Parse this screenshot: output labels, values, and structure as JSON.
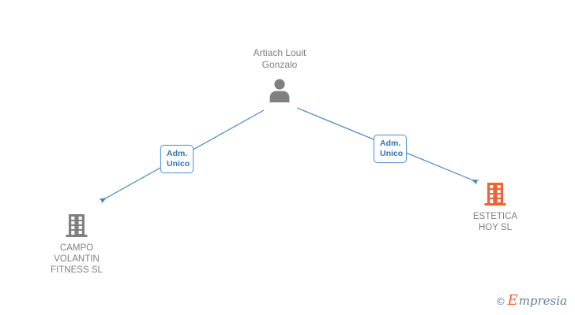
{
  "diagram": {
    "type": "organization-relationship-graph",
    "background_color": "#ffffff",
    "person": {
      "name": "Artiach Louit\nGonzalo",
      "icon": "person-icon",
      "color": "#808080"
    },
    "companies": [
      {
        "id": "campo-volantin",
        "name": "CAMPO\nVOLANTIN\nFITNESS SL",
        "icon": "building-icon",
        "color": "#808080",
        "highlight": false
      },
      {
        "id": "estetica-hoy",
        "name": "ESTETICA\nHOY SL",
        "icon": "building-icon",
        "color": "#f26135",
        "highlight": true
      }
    ],
    "relations": [
      {
        "id": "rel-campo-volantin",
        "label": "Adm.\nUnico",
        "from": "person",
        "to": "campo-volantin",
        "line_color": "#4a86c8"
      },
      {
        "id": "rel-estetica-hoy",
        "label": "Adm.\nUnico",
        "from": "person",
        "to": "estetica-hoy",
        "line_color": "#4a86c8"
      }
    ],
    "colors": {
      "edge": "#4a86c8",
      "label_border": "#5b9bd5",
      "label_text": "#2e75b6",
      "node_text": "#808080",
      "accent_orange": "#f26135"
    }
  },
  "watermark": {
    "copyright": "©",
    "brand_initial": "E",
    "brand_rest": "mpresia"
  }
}
